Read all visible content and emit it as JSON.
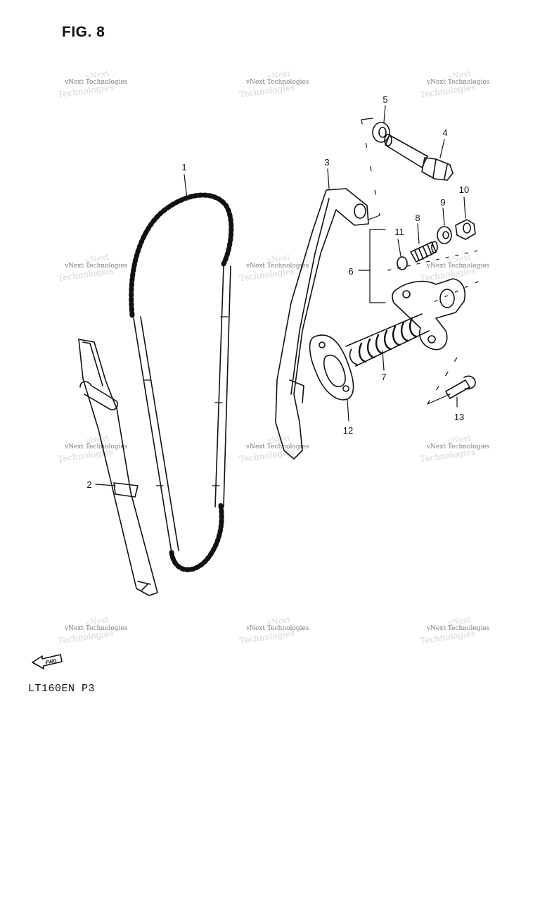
{
  "figure": {
    "title": "FIG. 8",
    "model_code": "LT160EN P3",
    "fwd_label": "FWD",
    "callouts": [
      "1",
      "2",
      "3",
      "4",
      "5",
      "6",
      "7",
      "8",
      "9",
      "10",
      "11",
      "12",
      "13"
    ]
  },
  "watermark": {
    "text": "vNext Technologies",
    "ghost_text": "Technologies",
    "ghost_small": "vNext"
  }
}
